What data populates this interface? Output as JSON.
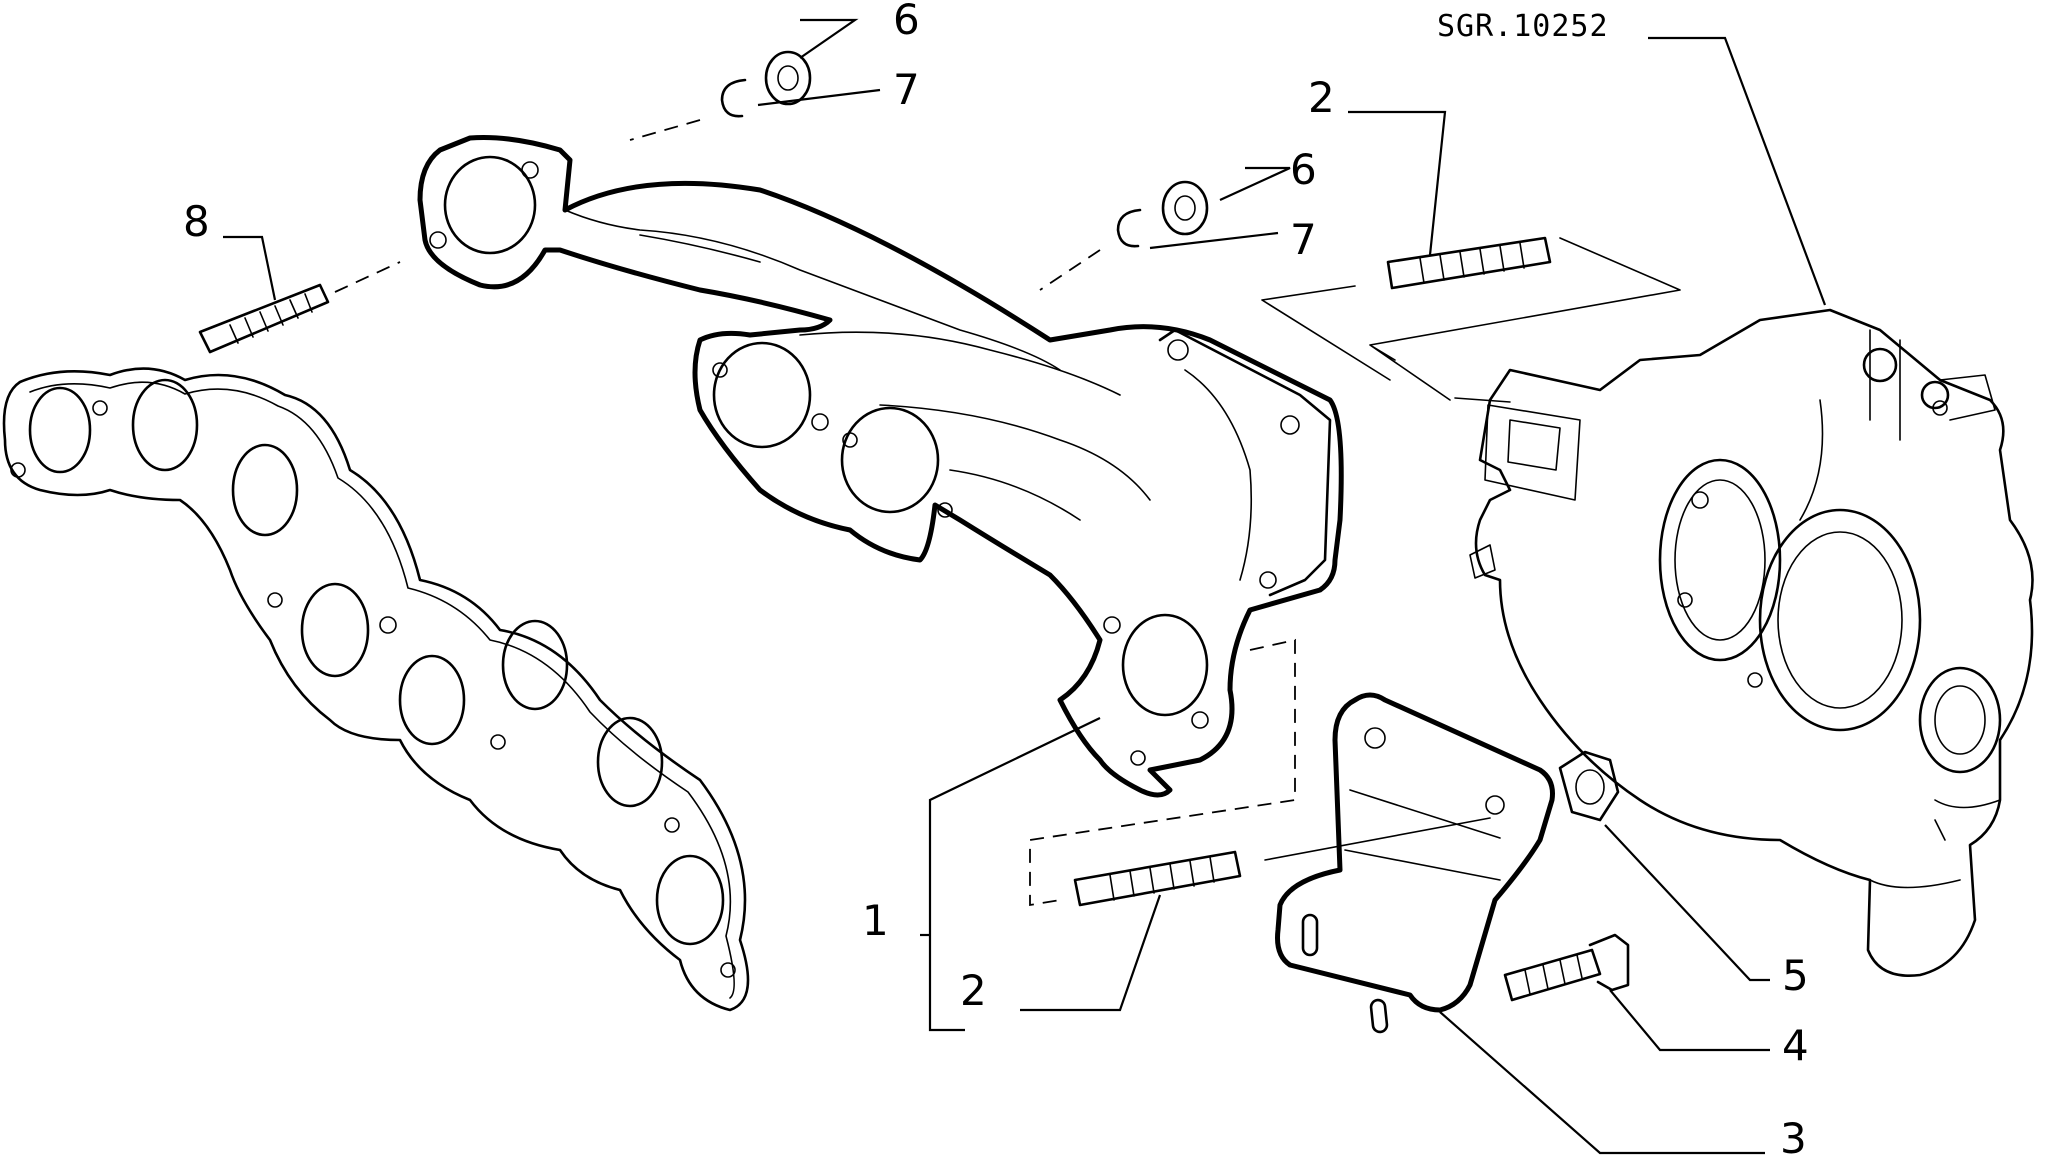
{
  "drawing_ref": "SGR.10252",
  "callouts": [
    {
      "id": "c1",
      "text": "1"
    },
    {
      "id": "c2a",
      "text": "2"
    },
    {
      "id": "c2b",
      "text": "2"
    },
    {
      "id": "c3",
      "text": "3"
    },
    {
      "id": "c4",
      "text": "4"
    },
    {
      "id": "c5",
      "text": "5"
    },
    {
      "id": "c6a",
      "text": "6"
    },
    {
      "id": "c7a",
      "text": "7"
    },
    {
      "id": "c6b",
      "text": "6"
    },
    {
      "id": "c7b",
      "text": "7"
    },
    {
      "id": "c8",
      "text": "8"
    }
  ]
}
